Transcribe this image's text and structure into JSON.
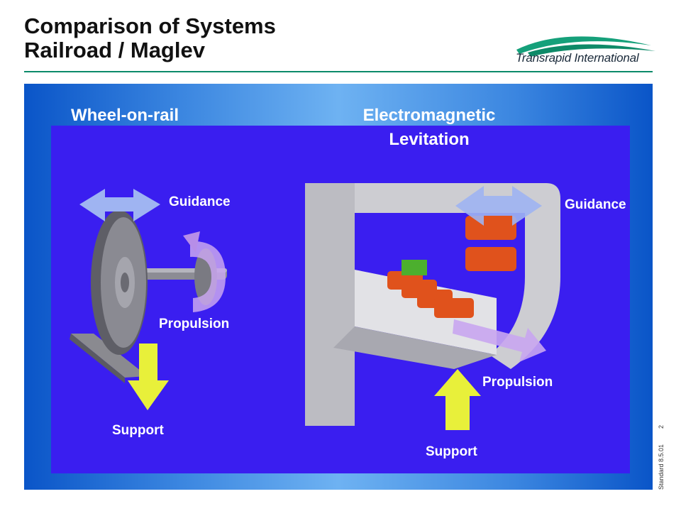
{
  "header": {
    "title_line1": "Comparison of Systems",
    "title_line2": "Railroad / Maglev",
    "logo_text": "Transrapid International"
  },
  "left_system": {
    "heading": "Wheel-on-rail",
    "guidance": "Guidance",
    "propulsion": "Propulsion",
    "support": "Support"
  },
  "right_system": {
    "heading_line1": "Electromagnetic",
    "heading_line2": "Levitation",
    "guidance": "Guidance",
    "propulsion": "Propulsion",
    "support": "Support"
  },
  "footer": {
    "page_number": "2",
    "standard_note": "Standard 8.5.01"
  },
  "colors": {
    "accent_green": "#0b8a6a",
    "panel_blue": "#3a1ef0",
    "support_arrow": "#e8f03a",
    "guidance_arrow": "#9fb4f2",
    "propulsion_arrow": "#c9a6f0",
    "magnet_coil": "#e0521c"
  }
}
